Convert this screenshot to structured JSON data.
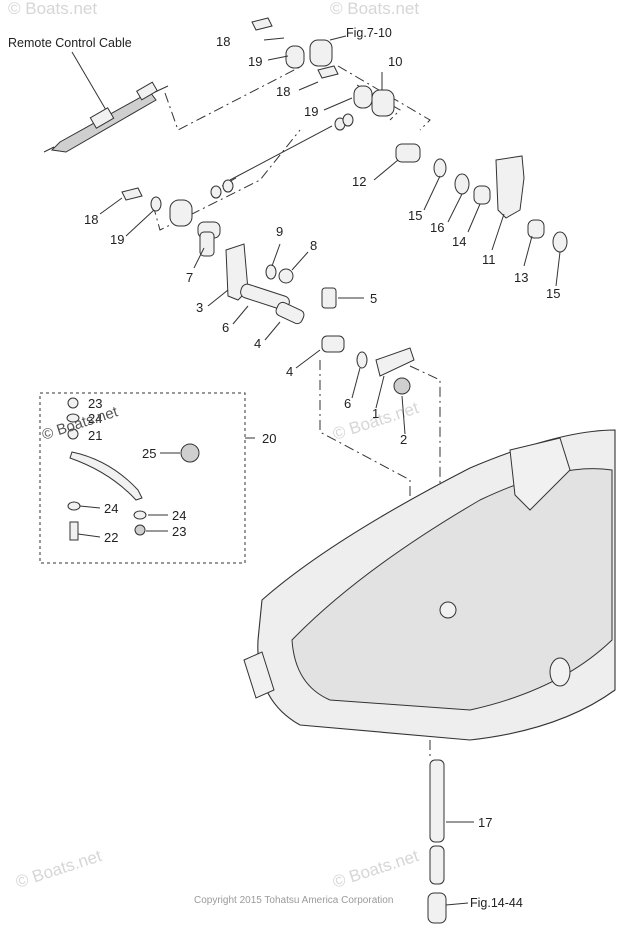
{
  "labels": {
    "remote_cable": "Remote Control Cable",
    "fig_7_10": "Fig.7-10",
    "fig_14_44": "Fig.14-44",
    "copyright": "Copyright 2015 Tohatsu America Corporation",
    "watermark": "© Boats.net"
  },
  "callouts": {
    "c1": "1",
    "c2": "2",
    "c3": "3",
    "c4a": "4",
    "c4b": "4",
    "c5": "5",
    "c6a": "6",
    "c6b": "6",
    "c7": "7",
    "c8": "8",
    "c9": "9",
    "c10": "10",
    "c11": "11",
    "c12": "12",
    "c13": "13",
    "c14": "14",
    "c15a": "15",
    "c15b": "15",
    "c16": "16",
    "c17": "17",
    "c18a": "18",
    "c18b": "18",
    "c18c": "18",
    "c19a": "19",
    "c19b": "19",
    "c19c": "19",
    "c20": "20",
    "c21": "21",
    "c22": "22",
    "c23a": "23",
    "c23b": "23",
    "c24a": "24",
    "c24b": "24",
    "c24c": "24",
    "c25": "25"
  },
  "colors": {
    "line": "#333333",
    "part_fill": "#f1f1f1",
    "watermark": "#d6d6d6"
  }
}
